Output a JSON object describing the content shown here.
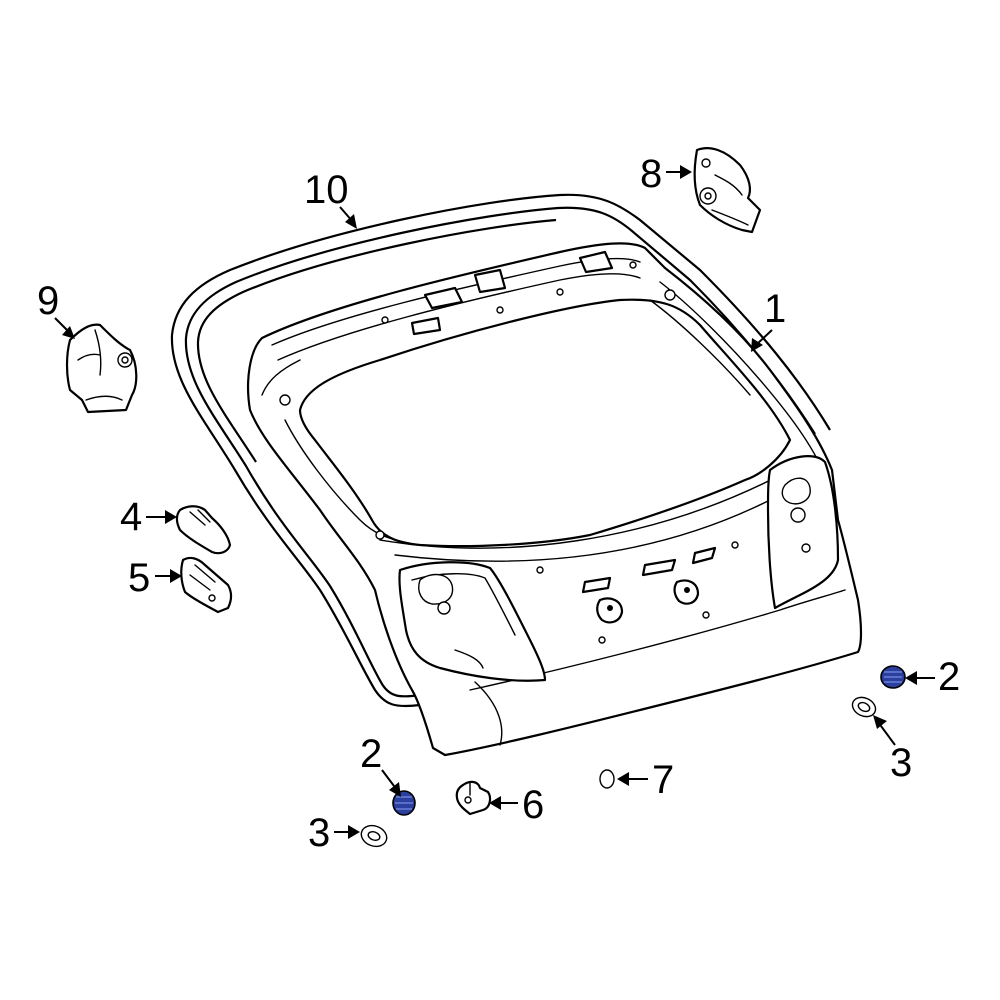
{
  "callouts": [
    {
      "id": "c1",
      "label": "1"
    },
    {
      "id": "c2a",
      "label": "2"
    },
    {
      "id": "c2b",
      "label": "2"
    },
    {
      "id": "c3a",
      "label": "3"
    },
    {
      "id": "c3b",
      "label": "3"
    },
    {
      "id": "c4",
      "label": "4"
    },
    {
      "id": "c5",
      "label": "5"
    },
    {
      "id": "c6",
      "label": "6"
    },
    {
      "id": "c7",
      "label": "7"
    },
    {
      "id": "c8",
      "label": "8"
    },
    {
      "id": "c9",
      "label": "9"
    },
    {
      "id": "c10",
      "label": "10"
    }
  ],
  "colors": {
    "highlight": "#2a3f9e",
    "line": "#000000",
    "background": "#ffffff"
  }
}
